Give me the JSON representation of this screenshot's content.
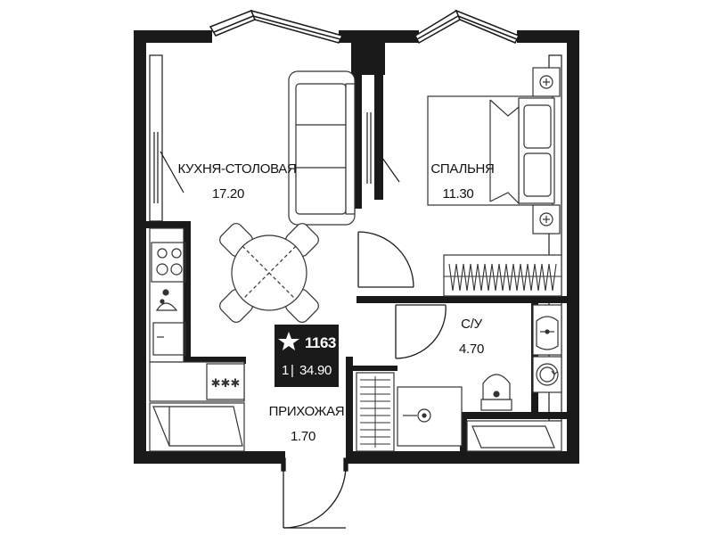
{
  "colors": {
    "wall": "#1a1a1a",
    "line": "#333333",
    "background": "#ffffff",
    "badge_bg": "#1a1a1a",
    "badge_text": "#ffffff"
  },
  "rooms": {
    "kitchen": {
      "name": "КУХНЯ-СТОЛОВАЯ",
      "area": "17.20"
    },
    "bedroom": {
      "name": "СПАЛЬНЯ",
      "area": "11.30"
    },
    "bathroom": {
      "name": "С/У",
      "area": "4.70"
    },
    "hallway": {
      "name": "ПРИХОЖАЯ",
      "area": "1.70"
    }
  },
  "badge": {
    "icon": "star-icon",
    "number": "1163",
    "rooms": "1",
    "separator": "|",
    "total_area": "34.90"
  },
  "hob_label": "✱✱✱"
}
